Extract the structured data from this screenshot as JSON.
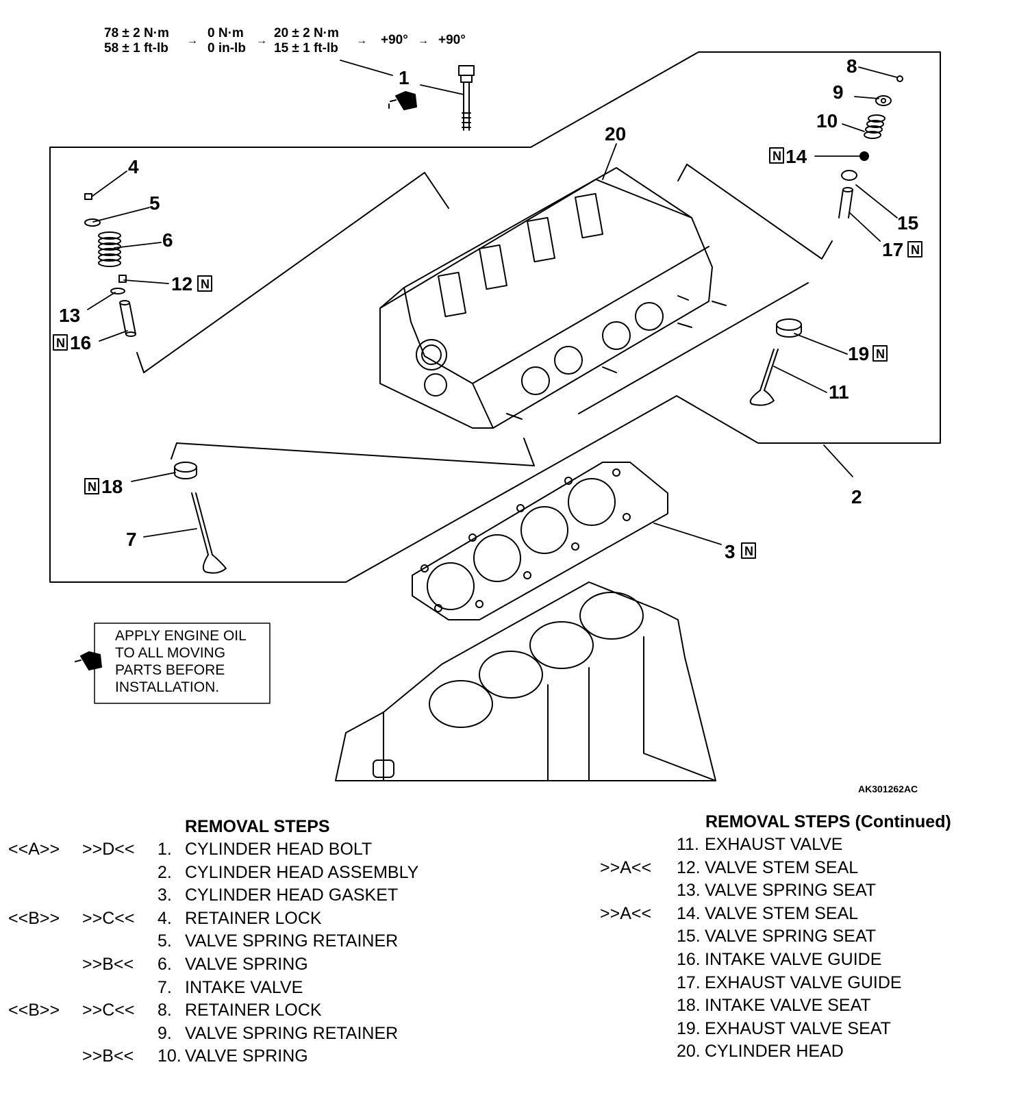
{
  "torque": {
    "step1_nm": "78 ± 2 N·m",
    "step1_ftlb": "58 ± 1 ft-lb",
    "step2_nm": "0 N·m",
    "step2_inlb": "0 in-lb",
    "step3_nm": "20 ± 2 N·m",
    "step3_ftlb": "15 ± 1 ft-lb",
    "step4": "+90°",
    "step5": "+90°",
    "arrow": "→"
  },
  "callouts": {
    "c1": "1",
    "c2": "2",
    "c3": "3",
    "c4": "4",
    "c5": "5",
    "c6": "6",
    "c7": "7",
    "c8": "8",
    "c9": "9",
    "c10": "10",
    "c11": "11",
    "c12": "12",
    "c13": "13",
    "c14": "14",
    "c15": "15",
    "c16": "16",
    "c17": "17",
    "c18": "18",
    "c19": "19",
    "c20": "20",
    "new_part_mark": "N"
  },
  "note": {
    "line1": "APPLY ENGINE OIL",
    "line2": "TO ALL MOVING",
    "line3": "PARTS BEFORE",
    "line4": "INSTALLATION."
  },
  "figure_id": "AK301262AC",
  "removal_left": {
    "title": "REMOVAL STEPS",
    "rows": [
      {
        "c1": "<<A>>",
        "c2": ">>D<<",
        "num": "1.",
        "text": "CYLINDER HEAD BOLT"
      },
      {
        "c1": "",
        "c2": "",
        "num": "2.",
        "text": "CYLINDER HEAD ASSEMBLY"
      },
      {
        "c1": "",
        "c2": "",
        "num": "3.",
        "text": "CYLINDER HEAD GASKET"
      },
      {
        "c1": "<<B>>",
        "c2": ">>C<<",
        "num": "4.",
        "text": "RETAINER LOCK"
      },
      {
        "c1": "",
        "c2": "",
        "num": "5.",
        "text": "VALVE SPRING RETAINER"
      },
      {
        "c1": "",
        "c2": ">>B<<",
        "num": "6.",
        "text": "VALVE SPRING"
      },
      {
        "c1": "",
        "c2": "",
        "num": "7.",
        "text": "INTAKE VALVE"
      },
      {
        "c1": "<<B>>",
        "c2": ">>C<<",
        "num": "8.",
        "text": "RETAINER LOCK"
      },
      {
        "c1": "",
        "c2": "",
        "num": "9.",
        "text": "VALVE SPRING RETAINER"
      },
      {
        "c1": "",
        "c2": ">>B<<",
        "num": "10.",
        "text": "VALVE SPRING"
      }
    ]
  },
  "removal_right": {
    "title": "REMOVAL STEPS (Continued)",
    "rows": [
      {
        "c2": "",
        "num": "11.",
        "text": "EXHAUST VALVE"
      },
      {
        "c2": ">>A<<",
        "num": "12.",
        "text": "VALVE STEM SEAL"
      },
      {
        "c2": "",
        "num": "13.",
        "text": "VALVE SPRING SEAT"
      },
      {
        "c2": ">>A<<",
        "num": "14.",
        "text": "VALVE STEM SEAL"
      },
      {
        "c2": "",
        "num": "15.",
        "text": "VALVE SPRING SEAT"
      },
      {
        "c2": "",
        "num": "16.",
        "text": "INTAKE VALVE GUIDE"
      },
      {
        "c2": "",
        "num": "17.",
        "text": "EXHAUST VALVE GUIDE"
      },
      {
        "c2": "",
        "num": "18.",
        "text": "INTAKE VALVE SEAT"
      },
      {
        "c2": "",
        "num": "19.",
        "text": "EXHAUST VALVE SEAT"
      },
      {
        "c2": "",
        "num": "20.",
        "text": "CYLINDER HEAD"
      }
    ]
  }
}
